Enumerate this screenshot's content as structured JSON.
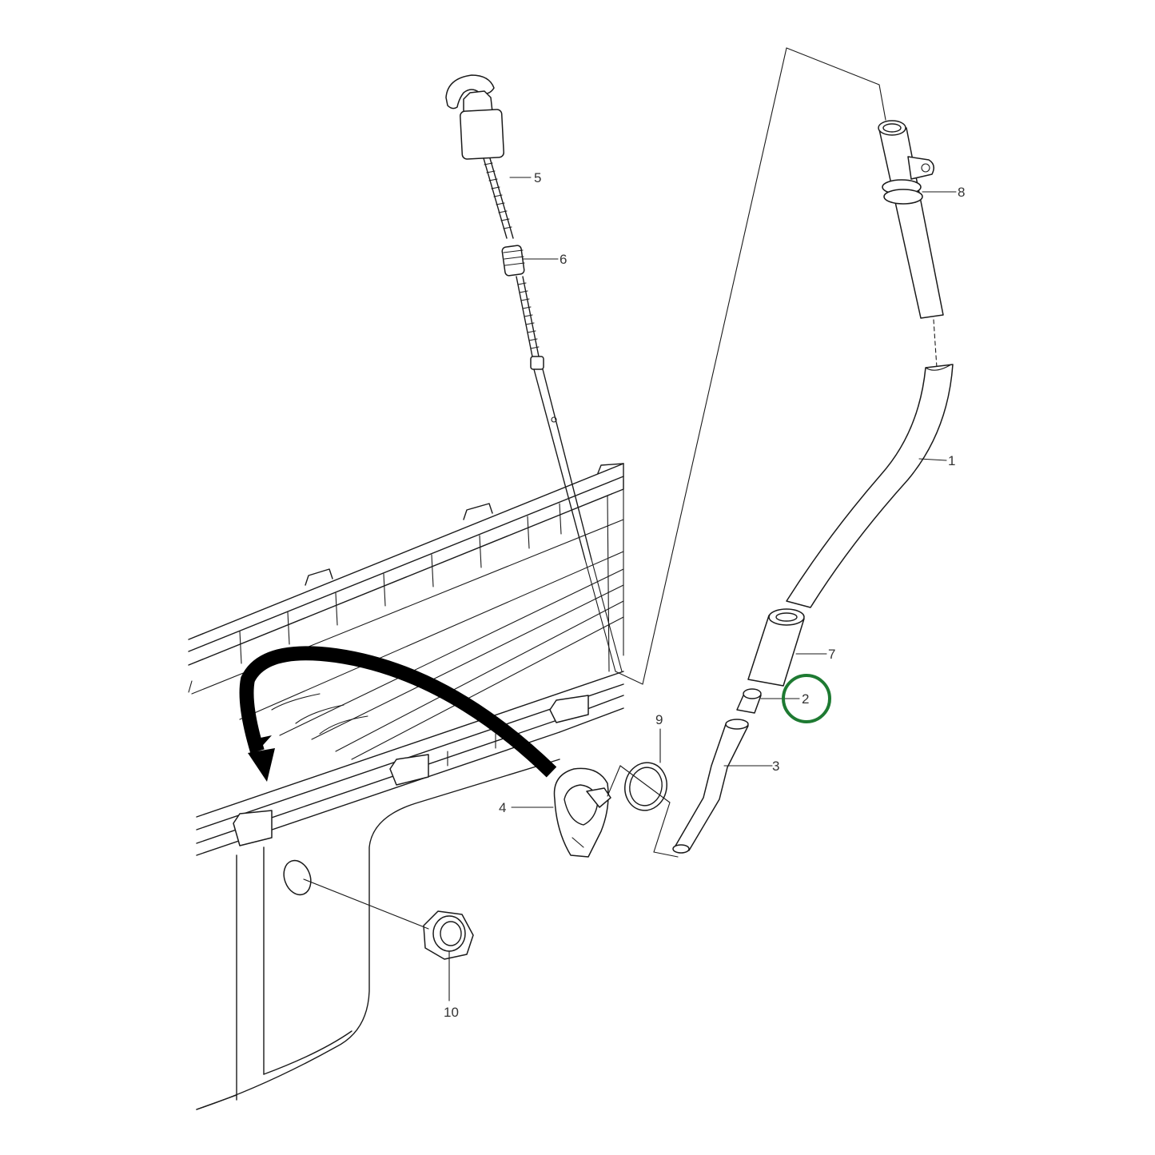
{
  "diagram": {
    "labels": {
      "p1": "1",
      "p2": "2",
      "p3": "3",
      "p4": "4",
      "p5": "5",
      "p6": "6",
      "p7": "7",
      "p8": "8",
      "p9": "9",
      "p10": "10"
    },
    "highlight": {
      "part": "2",
      "color": "#1e7a32"
    },
    "line_color": "#1a1a1a",
    "arrow_color": "#000000"
  }
}
